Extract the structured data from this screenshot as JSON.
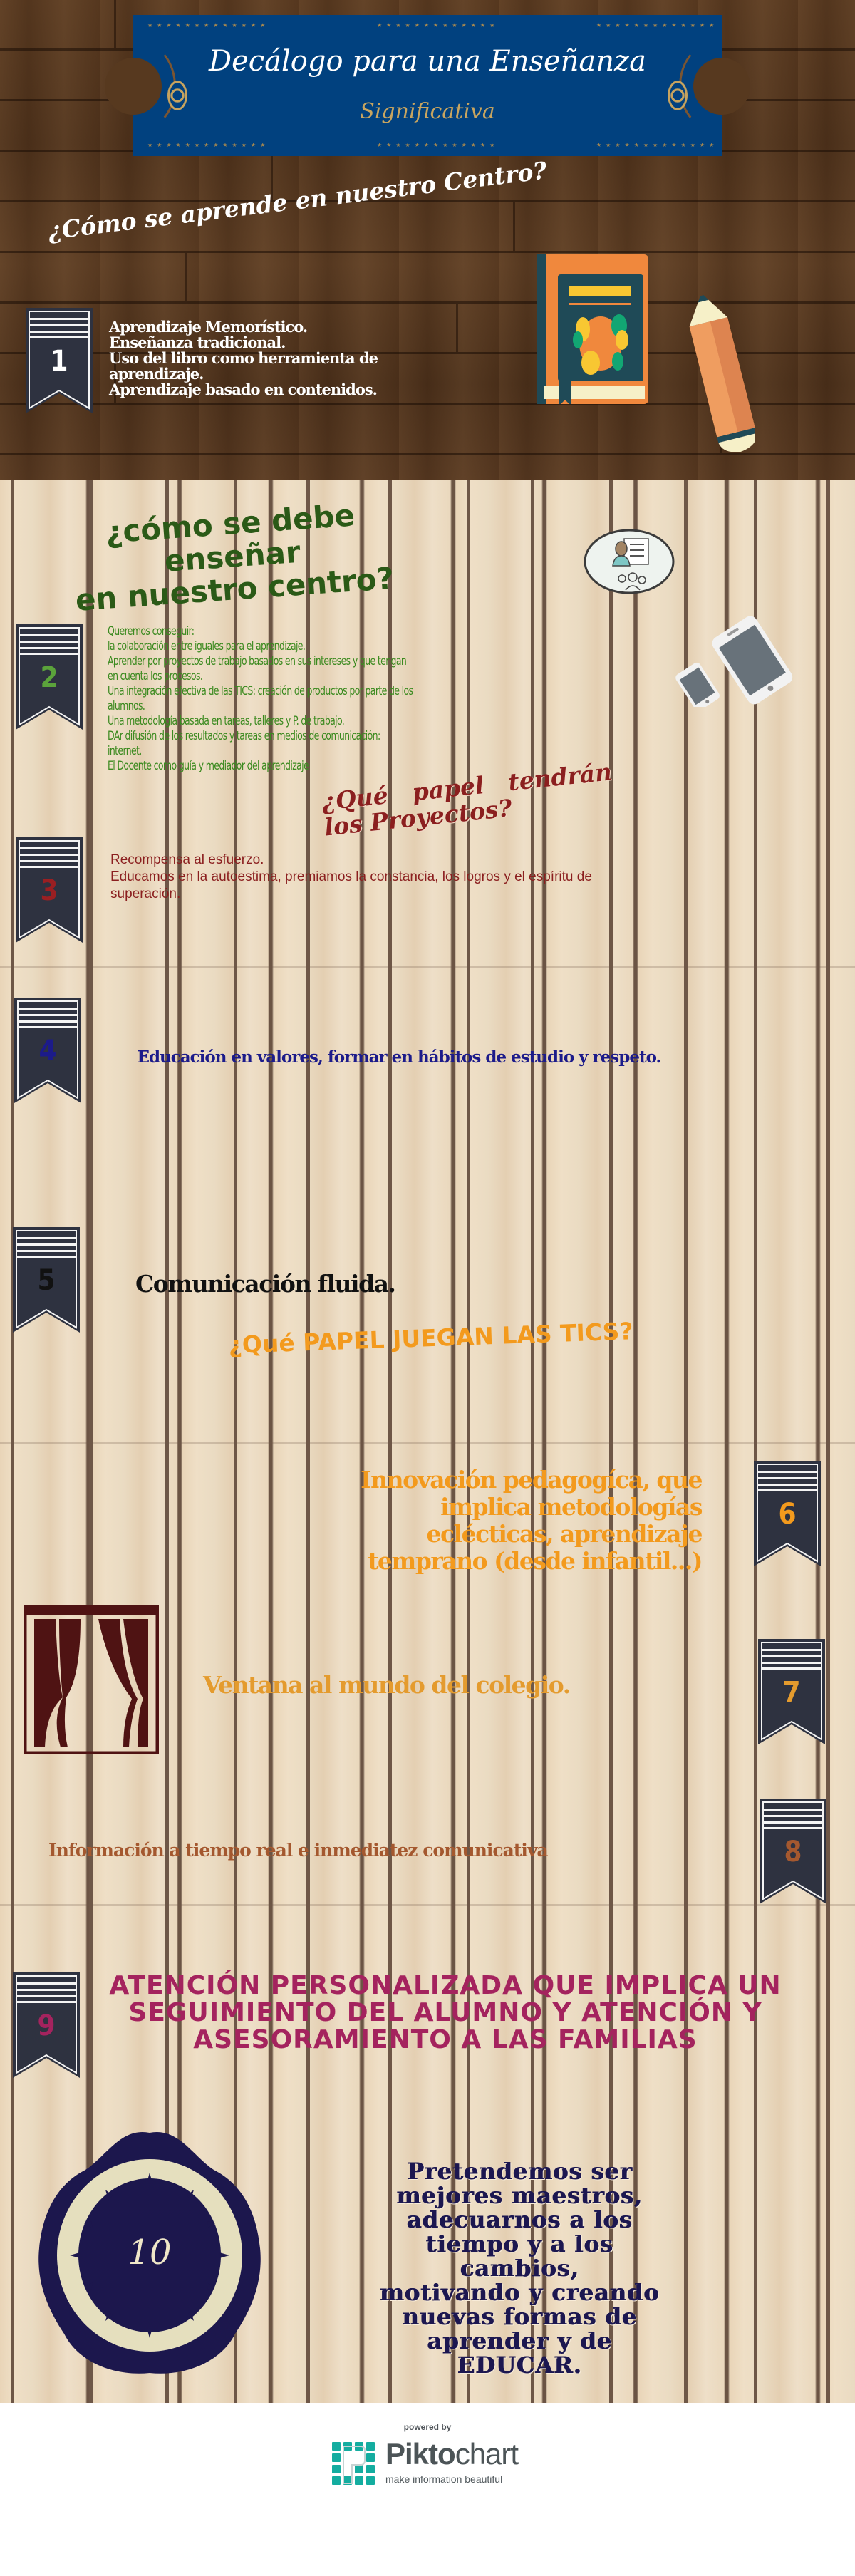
{
  "banner": {
    "title": "Decálogo para una Enseñanza",
    "subtitle": "Significativa",
    "stars": "★★★★★★★★★★★★★"
  },
  "sections": [
    {
      "number": "1",
      "heading": "¿Cómo se aprende en nuestro Centro?",
      "lines": [
        "Aprendizaje Memorístico.",
        "Enseñanza tradicional.",
        "Uso del libro como herramienta de",
        "aprendizaje.",
        "Aprendizaje basado en contenidos."
      ],
      "number_color": "#ffffff"
    },
    {
      "number": "2",
      "heading_line1": "¿cómo se debe enseñar",
      "heading_line2": "en nuestro centro?",
      "lines": [
        "Queremos conseguir:",
        "la colaboración entre iguales para el aprendizaje.",
        "Aprender por proyectos de trabajo basados en sus intereses y que tengan",
        "en cuenta los procesos.",
        "Una integración efectiva de las TICS: creación de productos por parte de los",
        "alumnos.",
        "Una metodología basada en tareas, talleres y P. de trabajo.",
        "DAr difusión de los resultados y tareas en medios de comunicación:",
        "internet.",
        "El Docente como guía y mediador del aprendizaje"
      ],
      "number_color": "#5ba33b"
    },
    {
      "number": "3",
      "heading_line1": "¿Qué   papel   tendrán",
      "heading_line2": "los Proyectos?",
      "lines": [
        "Recompensa al esfuerzo.",
        "Educamos en la autoestima, premiamos la constancia, los logros y el espíritu de",
        "superación."
      ],
      "number_color": "#9a1f22"
    },
    {
      "number": "4",
      "text": "Educación en valores, formar en  hábitos de estudio y respeto.",
      "number_color": "#1c1b8a"
    },
    {
      "number": "5",
      "text": "Comunicación fluida.",
      "number_color": "#111111"
    },
    {
      "number": "6",
      "heading": "¿Qué PAPEL JUEGAN LAS TICS?",
      "lines": [
        "Innovación pedagogíca, que",
        "implica metodologías",
        "eclécticas, aprendizaje",
        "temprano (desde infantil...)"
      ],
      "number_color": "#f39a1d"
    },
    {
      "number": "7",
      "text": "Ventana al mundo del colegio.",
      "number_color": "#e49b2e"
    },
    {
      "number": "8",
      "text": "Información a tiempo real e inmediatez comunicativa",
      "number_color": "#a4582f"
    },
    {
      "number": "9",
      "lines": [
        "ATENCIÓN PERSONALIZADA QUE IMPLICA UN",
        "SEGUIMIENTO DEL ALUMNO Y ATENCIÓN Y",
        "ASESORAMIENTO A LAS FAMILIAS"
      ],
      "number_color": "#a4235e"
    },
    {
      "number": "10",
      "lines": [
        "Pretendemos ser",
        "mejores maestros,",
        "adecuarnos a los",
        "tiempo y a los",
        "cambios,",
        "motivando y creando",
        "nuevas formas de",
        "aprender y de",
        "EDUCAR."
      ]
    }
  ],
  "icons": [
    "book-icon",
    "pencil-icon",
    "teacher-presentation-icon",
    "smartphone-icon",
    "tablet-icon",
    "curtain-window-icon",
    "seal-badge-icon"
  ],
  "footer": {
    "powered_by": "powered by",
    "brand_bold": "Pikto",
    "brand_light": "chart",
    "tagline": "make information beautiful"
  },
  "colors": {
    "banner_blue": "#01417f",
    "banner_gold": "#c8a560",
    "ribbon_navy": "#2e3240",
    "dark_wood": "#533620",
    "light_wood": "#ecdcc3",
    "piktochart_teal": "#14ada0"
  }
}
